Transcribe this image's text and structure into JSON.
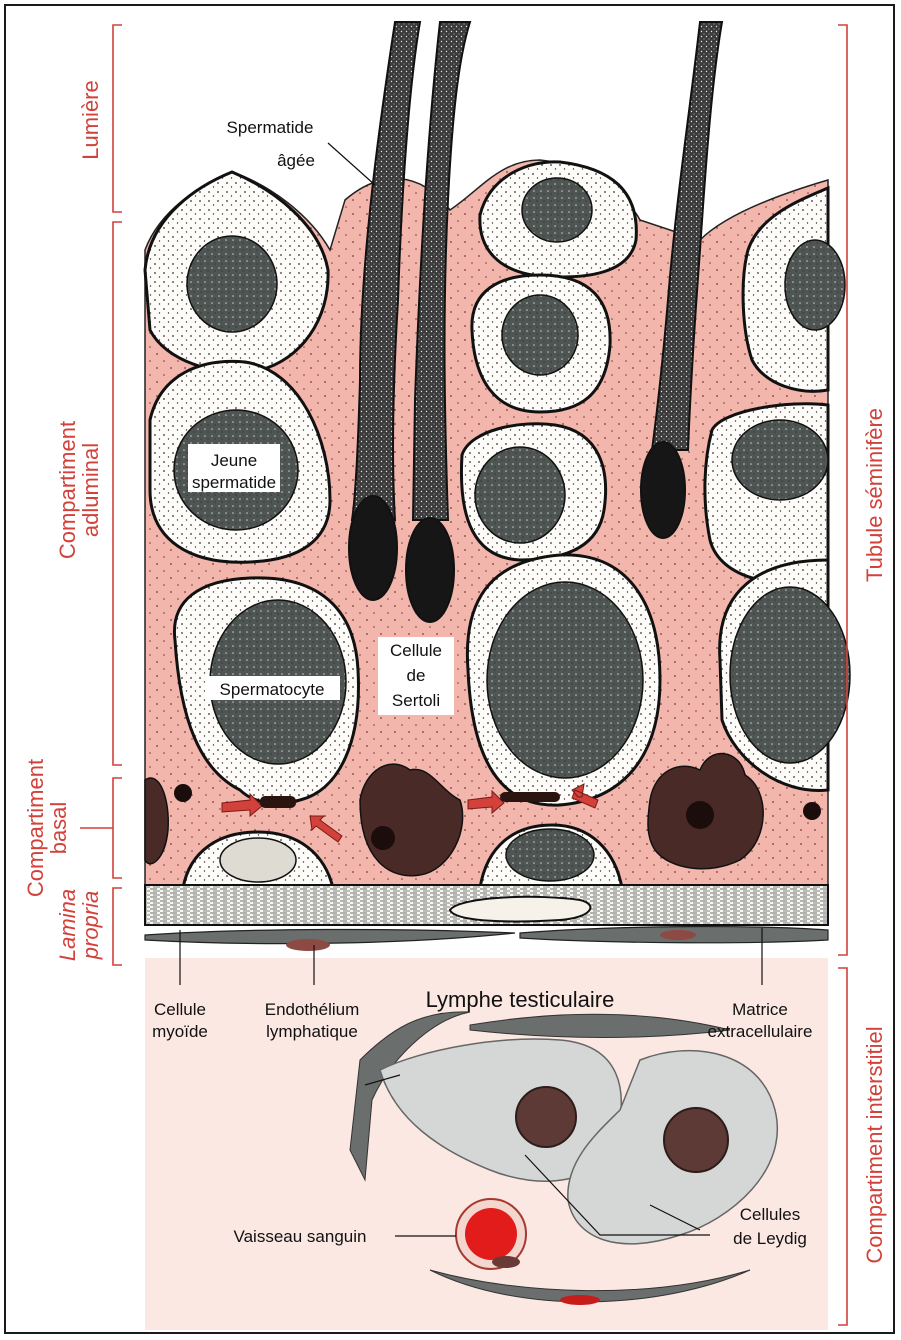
{
  "colors": {
    "sertoli_pink": "#f2b6ad",
    "bracket_red": "#d2413a",
    "lymph_bg": "#fce8e3",
    "nucleus_gray": "#4e5552",
    "leydig_gray": "#d4d7d6",
    "dark_cell": "#4a2a26",
    "vessel_red": "#e21b1b",
    "myoid_gray": "#6a6e6c"
  },
  "labels": {
    "spermatide_agee": [
      "Spermatide",
      "âgée"
    ],
    "jeune_spermatide": [
      "Jeune",
      "spermatide"
    ],
    "spermatocyte": "Spermatocyte",
    "cellule_sertoli": [
      "Cellule",
      "de",
      "Sertoli"
    ],
    "lymphe": "Lymphe testiculaire",
    "cellule_myoide": [
      "Cellule",
      "myoïde"
    ],
    "endothelium": [
      "Endothélium",
      "lymphatique"
    ],
    "matrice": [
      "Matrice",
      "extracellulaire"
    ],
    "vaisseau": "Vaisseau sanguin",
    "leydig": [
      "Cellules",
      "de Leydig"
    ]
  },
  "brackets_left": {
    "lumiere": "Lumière",
    "adluminal": [
      "Compartiment",
      "adluminal"
    ],
    "basal": [
      "Compartiment",
      "basal"
    ],
    "lamina": [
      "Lamina",
      "propria"
    ]
  },
  "brackets_right": {
    "tubule": "Tubule séminifère",
    "interstitiel": "Compartiment interstitiel"
  }
}
